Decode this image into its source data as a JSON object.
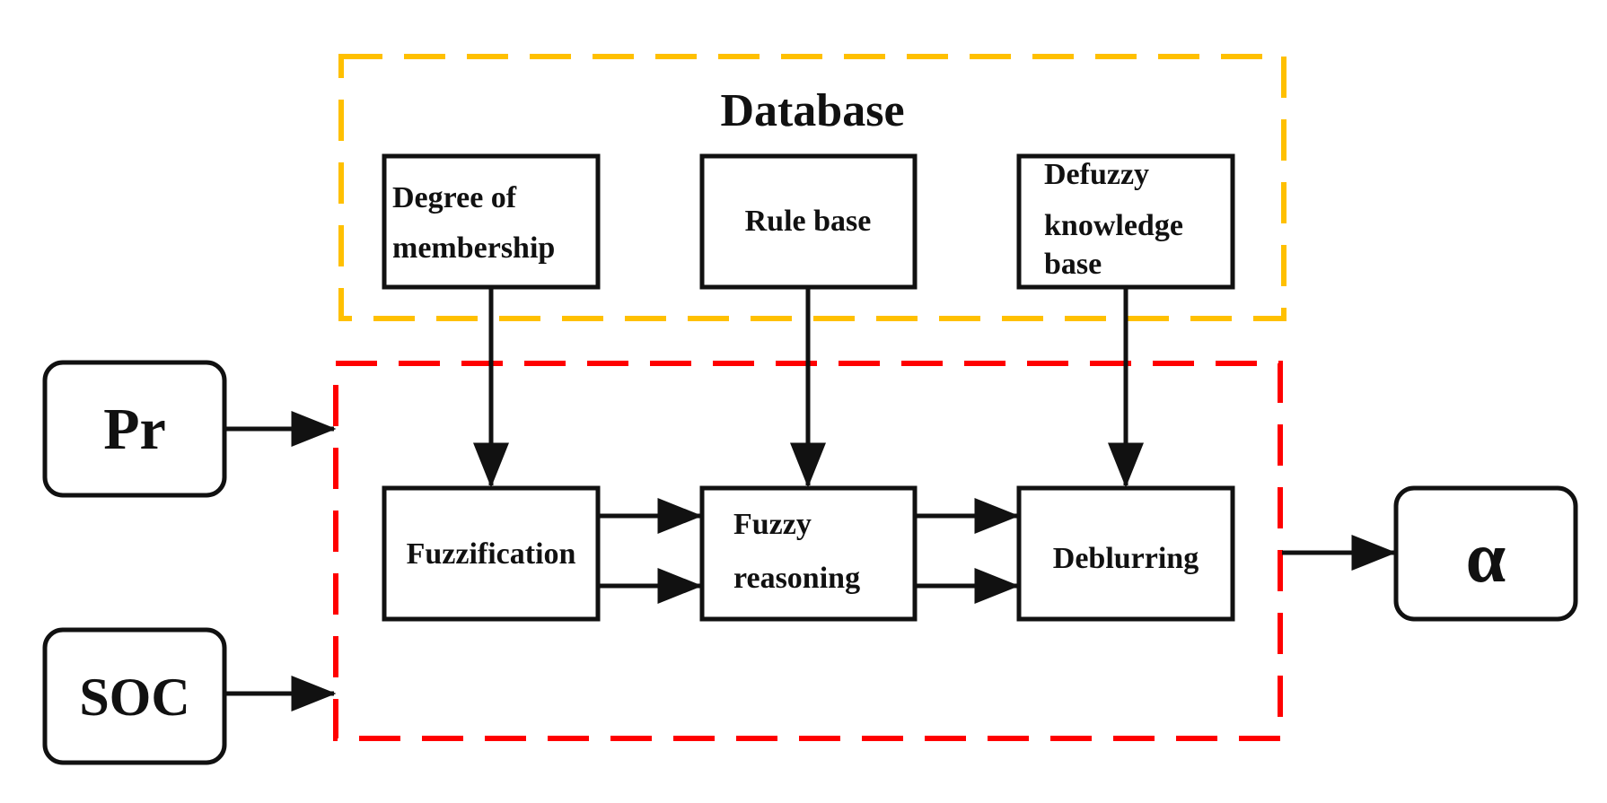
{
  "database": {
    "title": "Database",
    "degree": {
      "line1": "Degree of",
      "line2": "membership"
    },
    "rule": "Rule base",
    "defuzzy": {
      "line1": "Defuzzy",
      "line2": "knowledge",
      "line3": "base"
    }
  },
  "inputs": {
    "pr": "Pr",
    "soc": "SOC"
  },
  "process": {
    "fuzzification": "Fuzzification",
    "reasoning": {
      "line1": "Fuzzy",
      "line2": "reasoning"
    },
    "deblurring": "Deblurring"
  },
  "output": {
    "alpha": "α"
  },
  "colors": {
    "database_border": "#FFC000",
    "inference_border": "#FF0000",
    "stroke": "#111111"
  }
}
